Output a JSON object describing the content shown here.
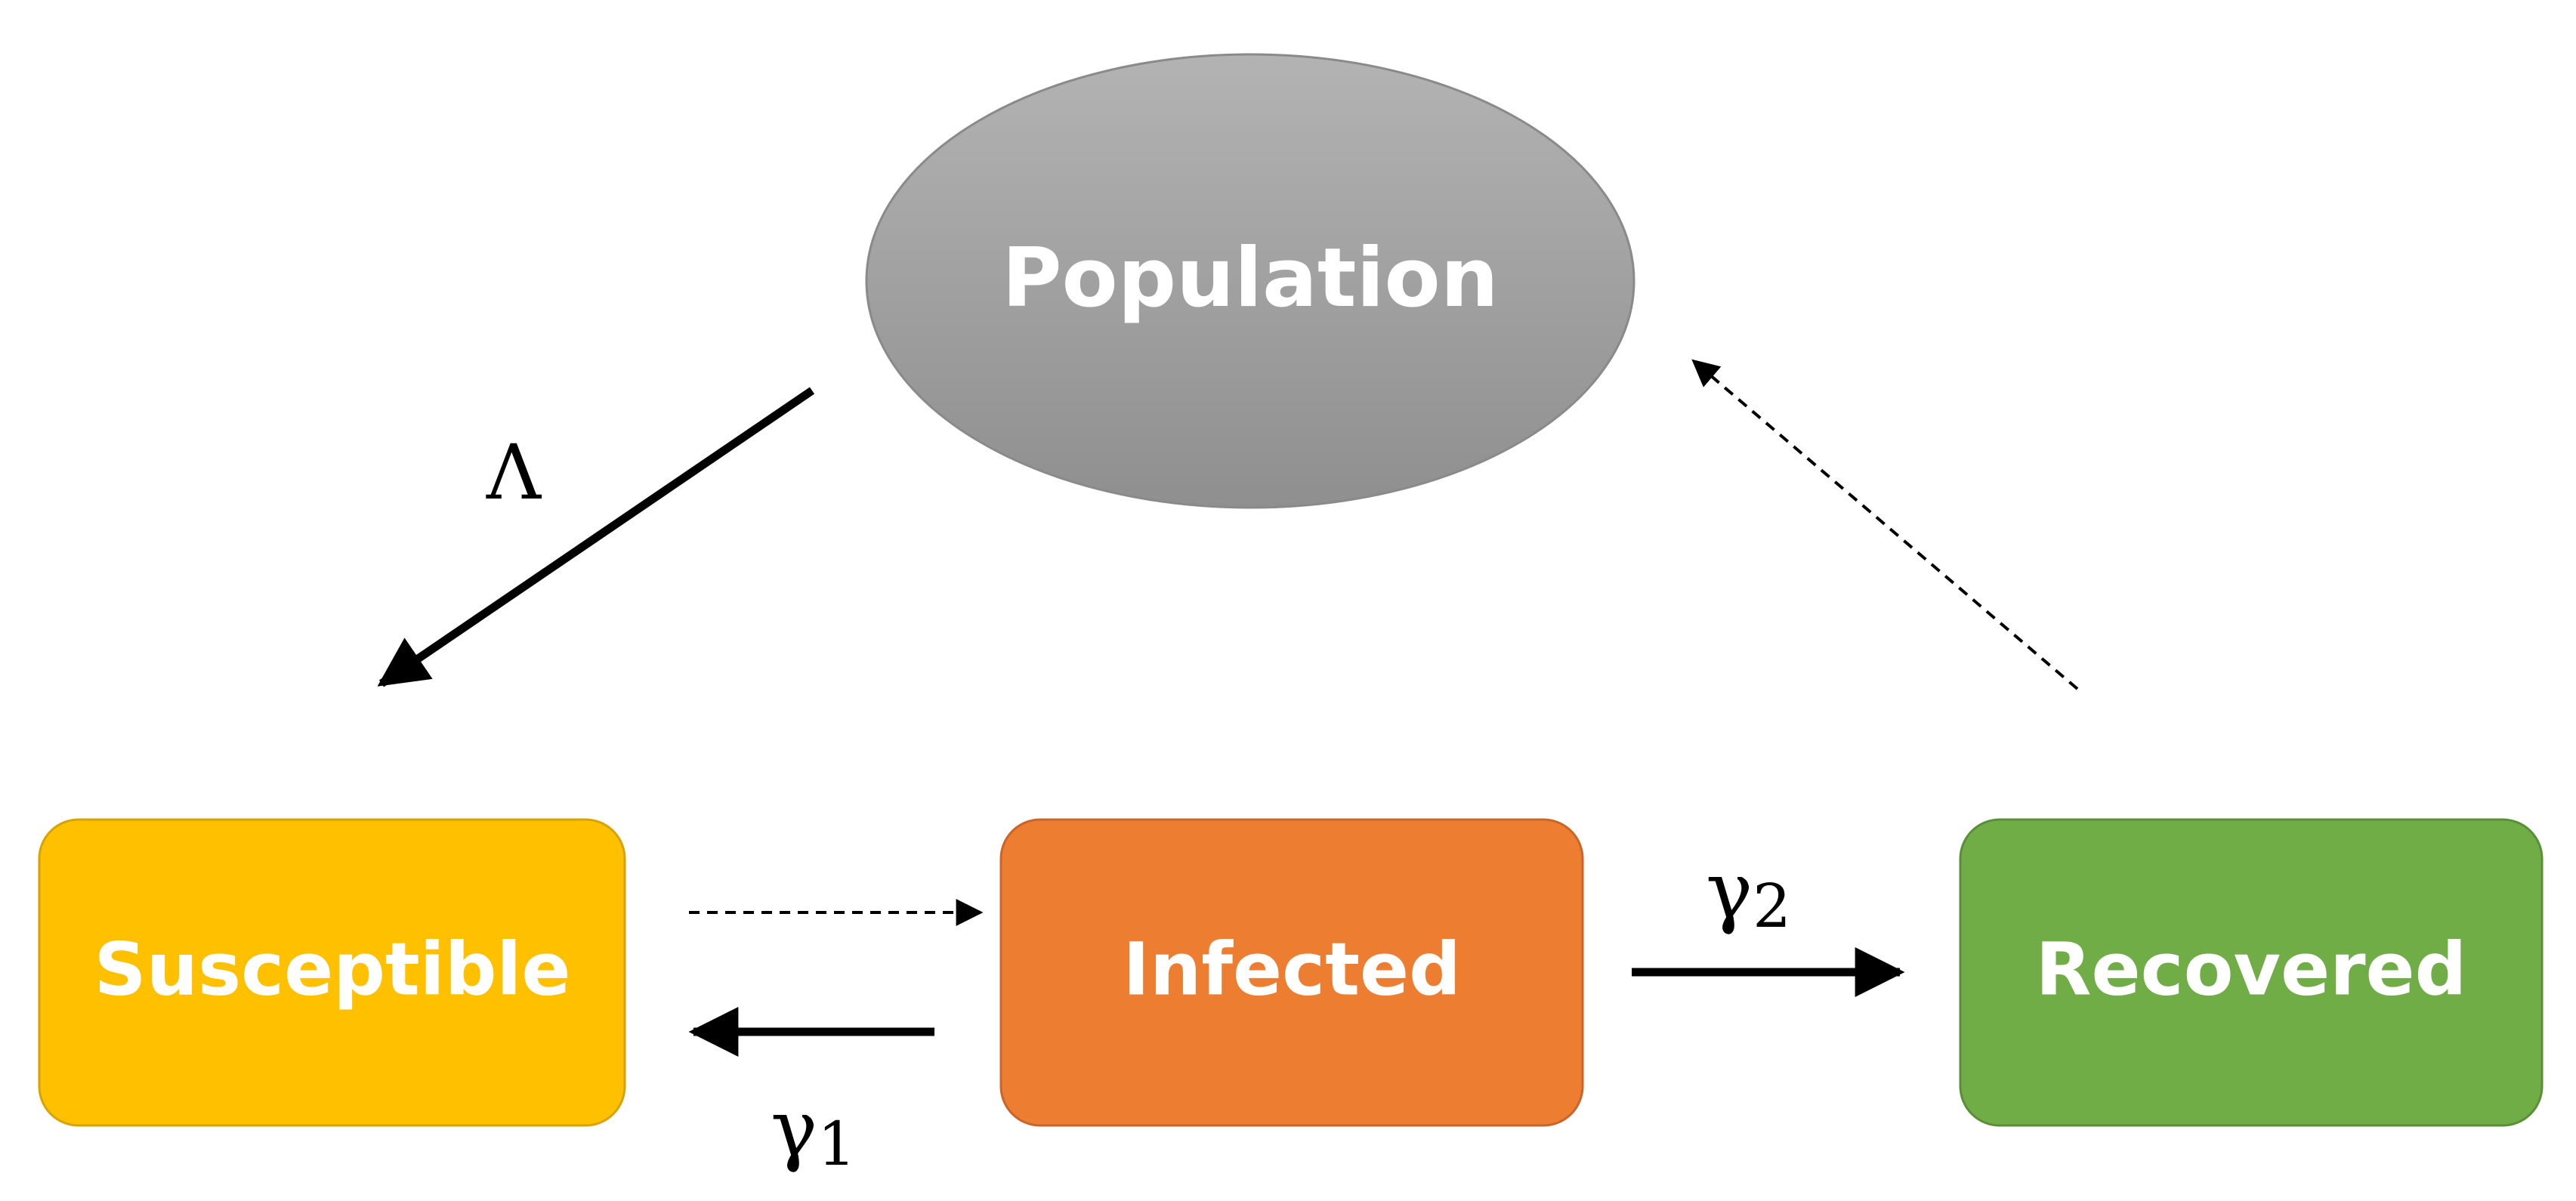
{
  "nodes": {
    "population": {
      "label": "Population",
      "color": "#9e9e9e"
    },
    "susceptible": {
      "label": "Susceptible",
      "color": "#ffc000"
    },
    "infected": {
      "label": "Infected",
      "color": "#ed7d31"
    },
    "recovered": {
      "label": "Recovered",
      "color": "#70ad47"
    }
  },
  "edge_labels": {
    "lambda": "Λ",
    "gamma1": "γ",
    "gamma1_sub": "1",
    "gamma2": "γ",
    "gamma2_sub": "2"
  }
}
